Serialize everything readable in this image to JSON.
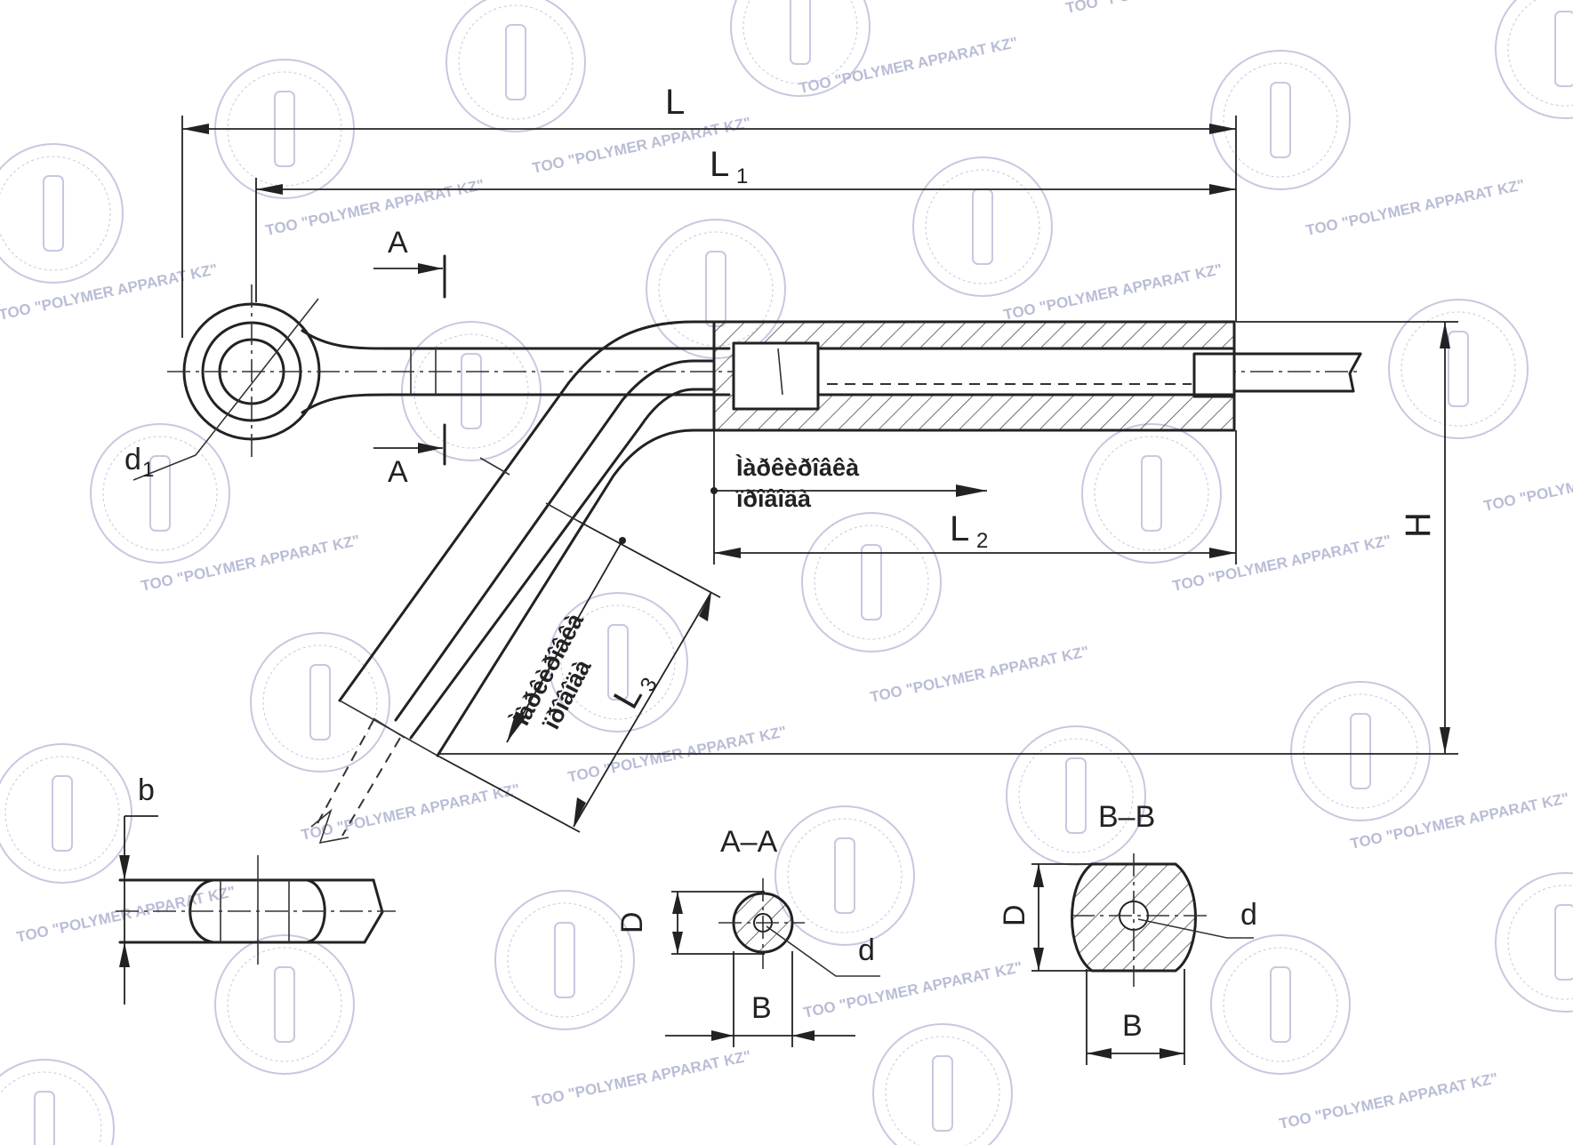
{
  "labels": {
    "overall_length": "L",
    "length_1_main": "L",
    "length_1_sub": "1",
    "length_2_main": "L",
    "length_2_sub": "2",
    "length_3_main": "L",
    "length_3_sub": "3",
    "height": "H",
    "eye_diameter_main": "d",
    "eye_diameter_sub": "1",
    "section_mark_top": "A",
    "section_mark_bottom": "A",
    "thickness": "b",
    "section_a_title": "A–A",
    "section_b_title": "B–B",
    "section_a_diameter": "D",
    "section_a_width": "B",
    "section_a_hole": "d",
    "section_b_diameter": "D",
    "section_b_width": "B",
    "section_b_hole": "d"
  },
  "notes": {
    "horizontal_line1": "Ìàðêèðîâêà",
    "horizontal_line2": "ïðîâîäà",
    "inclined_line1": "Ìàðêèðîâêà",
    "inclined_line2": "ïðîâîäà"
  },
  "watermark": {
    "text": "TOO \"POLYMER   APPARAT KZ\""
  },
  "colors": {
    "line": "#222222",
    "watermark": "#c5c9e0"
  }
}
